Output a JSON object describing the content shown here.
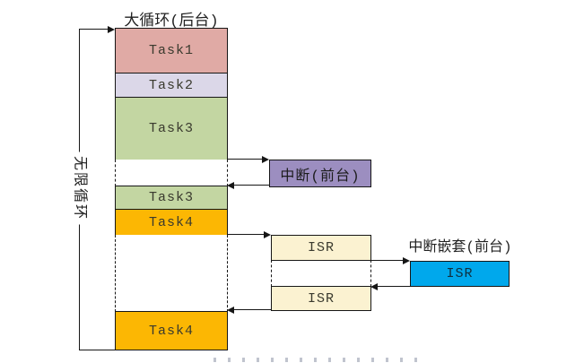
{
  "labels": {
    "background_title": "大循环(后台)",
    "infinite_loop": "无限循环",
    "nested_interrupt_title": "中断嵌套(前台)"
  },
  "blocks": {
    "task1": {
      "label": "Task1",
      "color": "#e0aaa5"
    },
    "task2": {
      "label": "Task2",
      "color": "#dbd7e8"
    },
    "task3_first": {
      "label": "Task3",
      "color": "#c3d6a2"
    },
    "task3_second": {
      "label": "Task3",
      "color": "#c3d6a2"
    },
    "task4_first": {
      "label": "Task4",
      "color": "#fcb703"
    },
    "task4_second": {
      "label": "Task4",
      "color": "#fcb703"
    },
    "interrupt": {
      "label": "中断(前台)",
      "color": "#9c8ec0"
    },
    "isr_first": {
      "label": "ISR",
      "color": "#fbf2d1"
    },
    "isr_second": {
      "label": "ISR",
      "color": "#fbf2d1"
    },
    "isr_nested": {
      "label": "ISR",
      "color": "#00a8ec"
    }
  },
  "line_color": "#161616"
}
